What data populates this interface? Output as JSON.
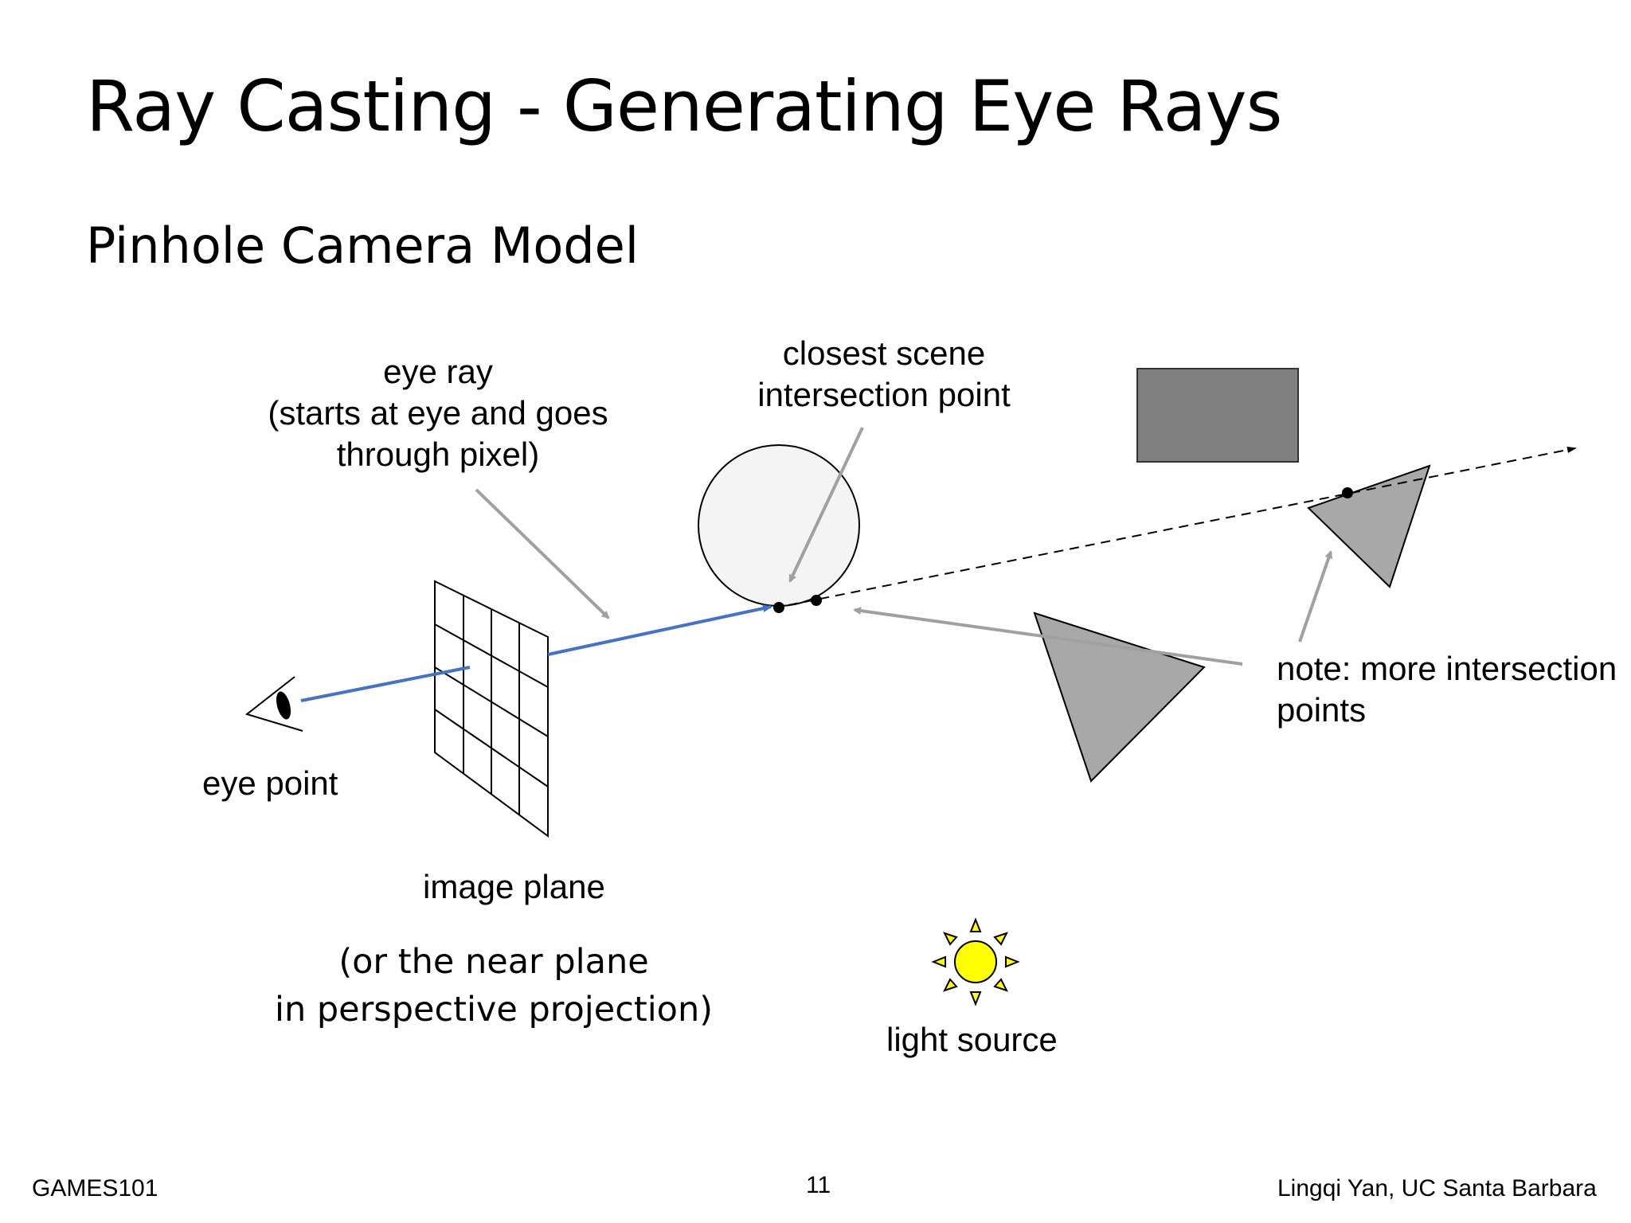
{
  "slide": {
    "title": "Ray Casting - Generating Eye Rays",
    "subtitle": "Pinhole Camera Model"
  },
  "labels": {
    "eye_ray_line1": "eye ray",
    "eye_ray_line2": "(starts at eye and goes",
    "eye_ray_line3": "through pixel)",
    "closest_line1": "closest scene",
    "closest_line2": "intersection point",
    "note_line1": "note: more intersection",
    "note_line2": "points",
    "eye_point": "eye point",
    "image_plane": "image plane",
    "near_plane_line1": "(or the near plane",
    "near_plane_line2": "in perspective projection)",
    "light_source": "light source"
  },
  "footer": {
    "left": "GAMES101",
    "page": "11",
    "right": "Lingqi Yan, UC Santa Barbara"
  },
  "colors": {
    "ray": "#4472c4",
    "pointer": "#a0a0a0",
    "sphere_fill": "#f4f4f4",
    "rect_fill": "#808080",
    "triangle_fill": "#a8a8a8",
    "sun_fill": "#ffff00"
  },
  "icons": {
    "eye": "eye-icon",
    "sun": "sun-icon"
  }
}
